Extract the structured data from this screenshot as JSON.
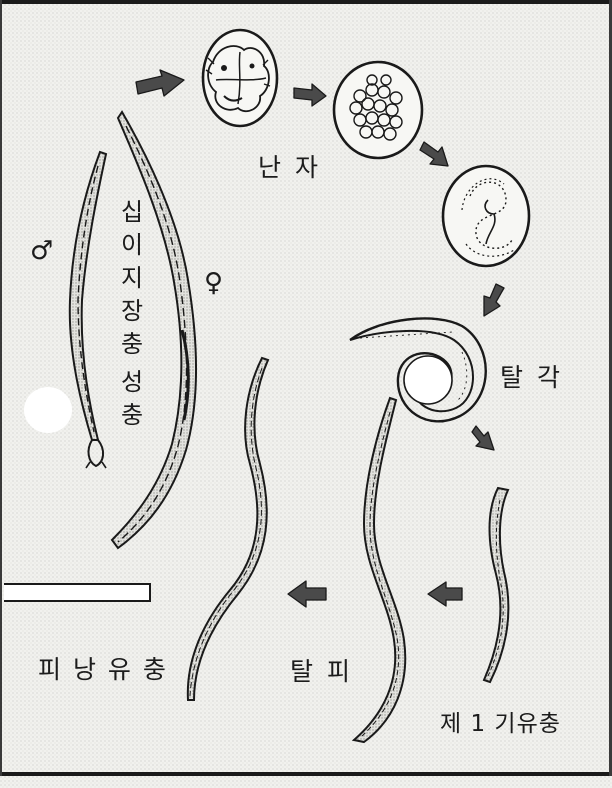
{
  "labels": {
    "egg": "난 자",
    "hatch": "탈 각",
    "first_larva": "제 1 기유충",
    "molt": "탈 피",
    "infective_larva": "피 낭 유 충",
    "adult_title": "십이지장충",
    "adult_subtitle": "성충",
    "male_symbol": "♂",
    "female_symbol": "♀"
  },
  "colors": {
    "ink": "#1a1a1a",
    "paper": "#f1f1ee",
    "arrow": "#4a4a4a"
  }
}
